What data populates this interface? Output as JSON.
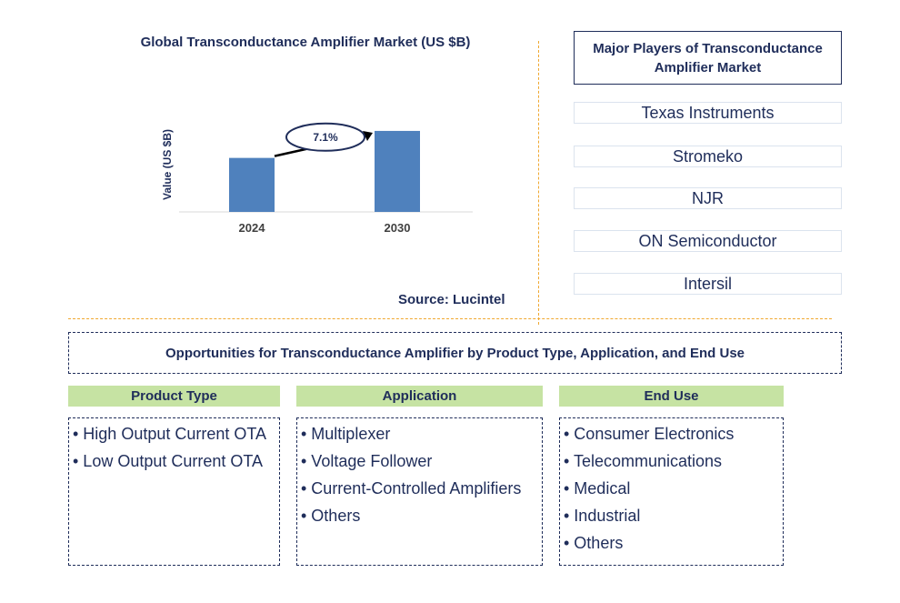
{
  "chart_data": {
    "type": "bar",
    "title": "Global Transconductance Amplifier Market (US $B)",
    "ylabel": "Value (US $B)",
    "categories": [
      "2024",
      "2030"
    ],
    "values": [
      1.0,
      1.5
    ],
    "ylim": [
      0,
      1.6
    ],
    "annotation": "7.1%",
    "bar_color": "#4f81bd",
    "grid": false
  },
  "source": "Source: Lucintel",
  "players": {
    "title": "Major Players of Transconductance Amplifier Market",
    "items": [
      "Texas Instruments",
      "Stromeko",
      "NJR",
      "ON Semiconductor",
      "Intersil"
    ]
  },
  "opportunities": {
    "title": "Opportunities for Transconductance Amplifier by Product Type, Application, and End Use",
    "categories": [
      {
        "heading": "Product Type",
        "items": [
          "• High Output Current OTA",
          "• Low Output Current OTA"
        ]
      },
      {
        "heading": "Application",
        "items": [
          "• Multiplexer",
          "• Voltage Follower",
          "• Current-Controlled Amplifiers",
          "• Others"
        ]
      },
      {
        "heading": "End Use",
        "items": [
          "• Consumer Electronics",
          "• Telecommunications",
          "• Medical",
          "• Industrial",
          "• Others"
        ]
      }
    ]
  },
  "colors": {
    "accent_green": "#c6e3a3",
    "navy": "#1f2d5a",
    "divider_orange": "#f0a830"
  }
}
